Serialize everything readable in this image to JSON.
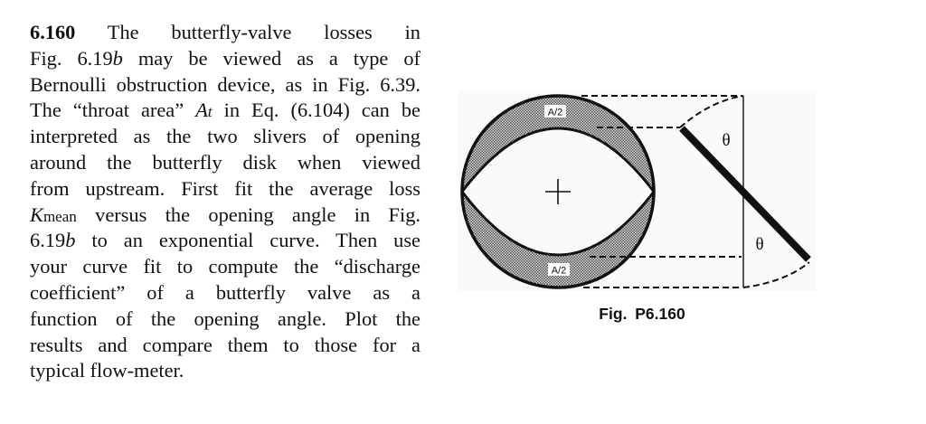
{
  "problem": {
    "number": "6.160",
    "lines": [
      {
        "pre": "The butterfly-valve losses in"
      },
      {
        "pre": "Fig. 6.19",
        "ital": "b",
        "post": " may be viewed as a type of"
      },
      {
        "pre": "Bernoulli obstruction device, as in Fig. 6.39."
      },
      {
        "pre": "The “throat area” ",
        "ital": "A",
        "sub": "t",
        "post": " in Eq. (6.104) can be"
      },
      {
        "pre": "interpreted as the two slivers of opening"
      },
      {
        "pre": "around the butterfly disk when viewed"
      },
      {
        "pre": "from upstream. First fit the average loss"
      },
      {
        "ital": "K",
        "sub": "mean",
        "post": " versus the opening angle in Fig."
      },
      {
        "pre": "6.19",
        "ital": "b",
        "post": " to an exponential curve. Then use"
      },
      {
        "pre": "your curve fit to compute the “discharge"
      },
      {
        "pre": "coefficient” of a butterfly valve as a"
      },
      {
        "pre": "function of the opening angle. Plot the"
      },
      {
        "pre": "results and compare them to those for a"
      },
      {
        "pre": "typical flow-meter."
      }
    ]
  },
  "figure": {
    "caption": "Fig.  P6.160",
    "sliver_label_top": "A/2",
    "sliver_label_bottom": "A/2",
    "angle_label_top": "θ",
    "angle_label_bottom": "θ",
    "colors": {
      "ink": "#111111",
      "sliver_fill": "#b8b8b8",
      "figure_bg": "#fafafa"
    }
  }
}
